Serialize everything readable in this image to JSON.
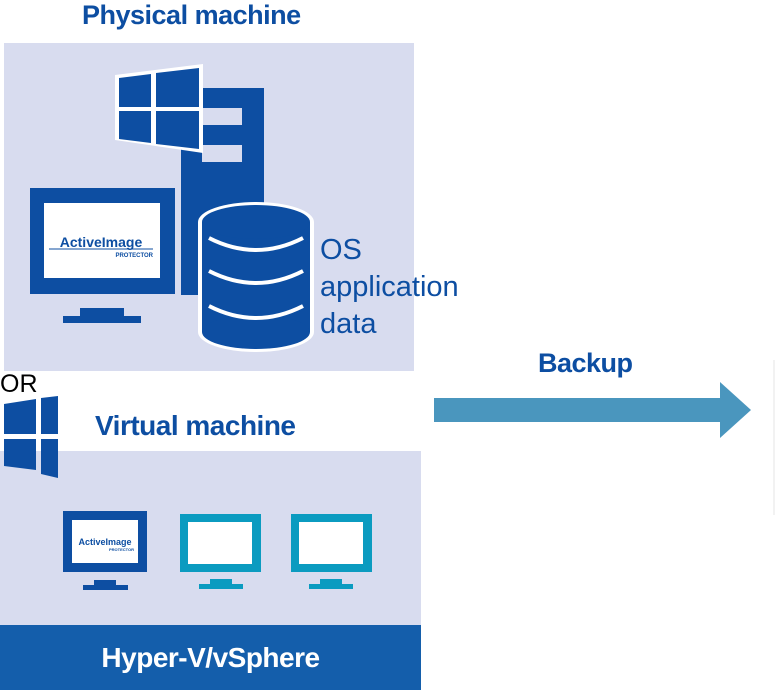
{
  "physical": {
    "title": "Physical machine",
    "data_lines": [
      "OS",
      "application",
      "data"
    ],
    "logo_text": "ActiveImage",
    "logo_subtext": "PROTECTOR"
  },
  "separator": "OR",
  "virtual": {
    "title": "Virtual machine",
    "platform": "Hyper-V/vSphere",
    "logo_text": "ActiveImage",
    "logo_subtext": "PROTECTOR"
  },
  "arrow": {
    "label": "Backup"
  },
  "colors": {
    "primary": "#0d4ea2",
    "panel": "#d8dcef",
    "platform_bar": "#145eab",
    "vm_monitor": "#0b9bc0",
    "arrow": "#4a96be"
  }
}
